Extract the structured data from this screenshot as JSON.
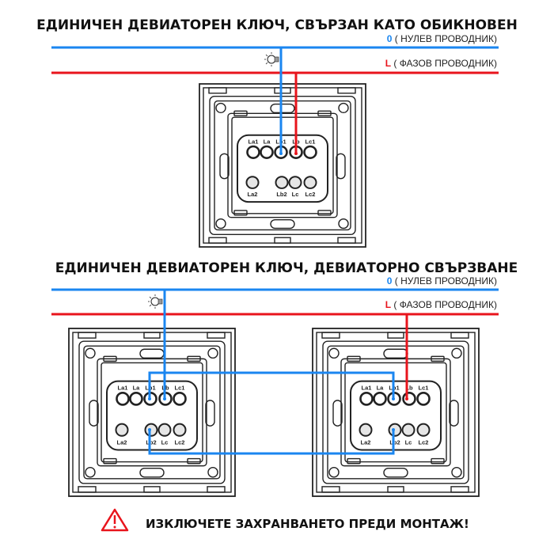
{
  "sections": [
    {
      "title": "ЕДИНИЧЕН  ДЕВИАТОРЕН  КЛЮЧ, СВЪРЗАН  КАТО  ОБИКНОВЕН",
      "neutral": {
        "code": "0",
        "text": " ( НУЛЕВ ПРОВОДНИК)"
      },
      "phase": {
        "code": "L",
        "text": " ( ФАЗОВ ПРОВОДНИК)"
      }
    },
    {
      "title": "ЕДИНИЧЕН  ДЕВИАТОРЕН  КЛЮЧ, ДЕВИАТОРНО СВЪРЗВАНЕ",
      "neutral": {
        "code": "0",
        "text": " ( НУЛЕВ ПРОВОДНИК)"
      },
      "phase": {
        "code": "L",
        "text": " ( ФАЗОВ ПРОВОДНИК)"
      }
    }
  ],
  "switch_terminals": {
    "top": [
      "La1",
      "La",
      "Lb1",
      "Lb",
      "Lc1"
    ],
    "bottom": [
      "La2",
      "Lb2",
      "Lc",
      "Lc2"
    ]
  },
  "warning": {
    "icon": "warning-triangle-icon",
    "text": "ИЗКЛЮЧЕТЕ ЗАХРАНВАНЕТО ПРЕДИ МОНТАЖ!"
  },
  "colors": {
    "neutral": "#1a86f0",
    "phase": "#e8141c",
    "warning": "#e8141c",
    "outline": "#222222"
  }
}
